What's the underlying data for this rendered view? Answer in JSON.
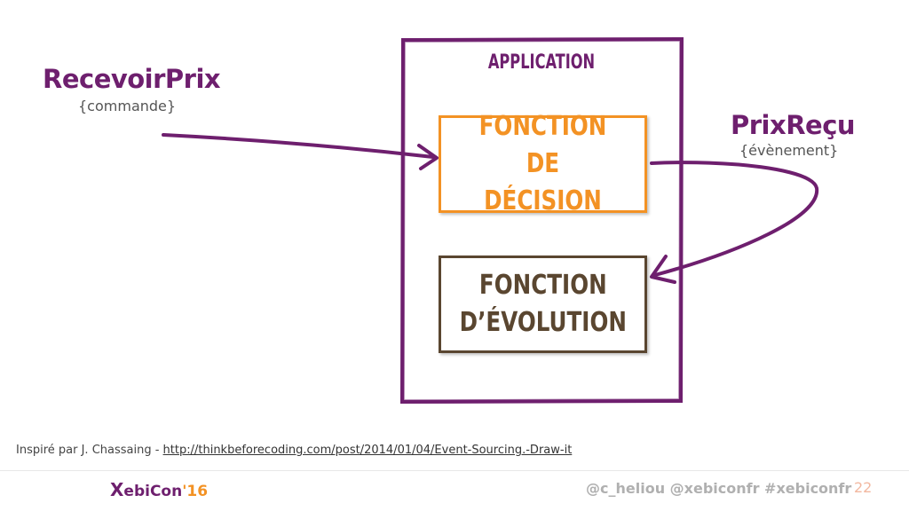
{
  "command": {
    "title": "RecevoirPrix",
    "subtitle": "{commande}"
  },
  "event": {
    "title": "PrixReçu",
    "subtitle": "{évènement}"
  },
  "application": {
    "label": "Application"
  },
  "decision": {
    "line1": "Fonction de",
    "line2": "décision"
  },
  "evolution": {
    "line1": "Fonction",
    "line2": "d’évolution"
  },
  "credit": {
    "prefix": "Inspiré par J. Chassaing - ",
    "link": "http://thinkbeforecoding.com/post/2014/01/04/Event-Sourcing.-Draw-it"
  },
  "footer": {
    "logo_x": "X",
    "logo_name": "ebiCon",
    "logo_year": "'16",
    "handles": "@c_heliou @xebiconfr  #xebiconfr",
    "page": "22"
  },
  "colors": {
    "purple": "#6e1f6e",
    "orange": "#f39224",
    "brown": "#5a4630"
  }
}
